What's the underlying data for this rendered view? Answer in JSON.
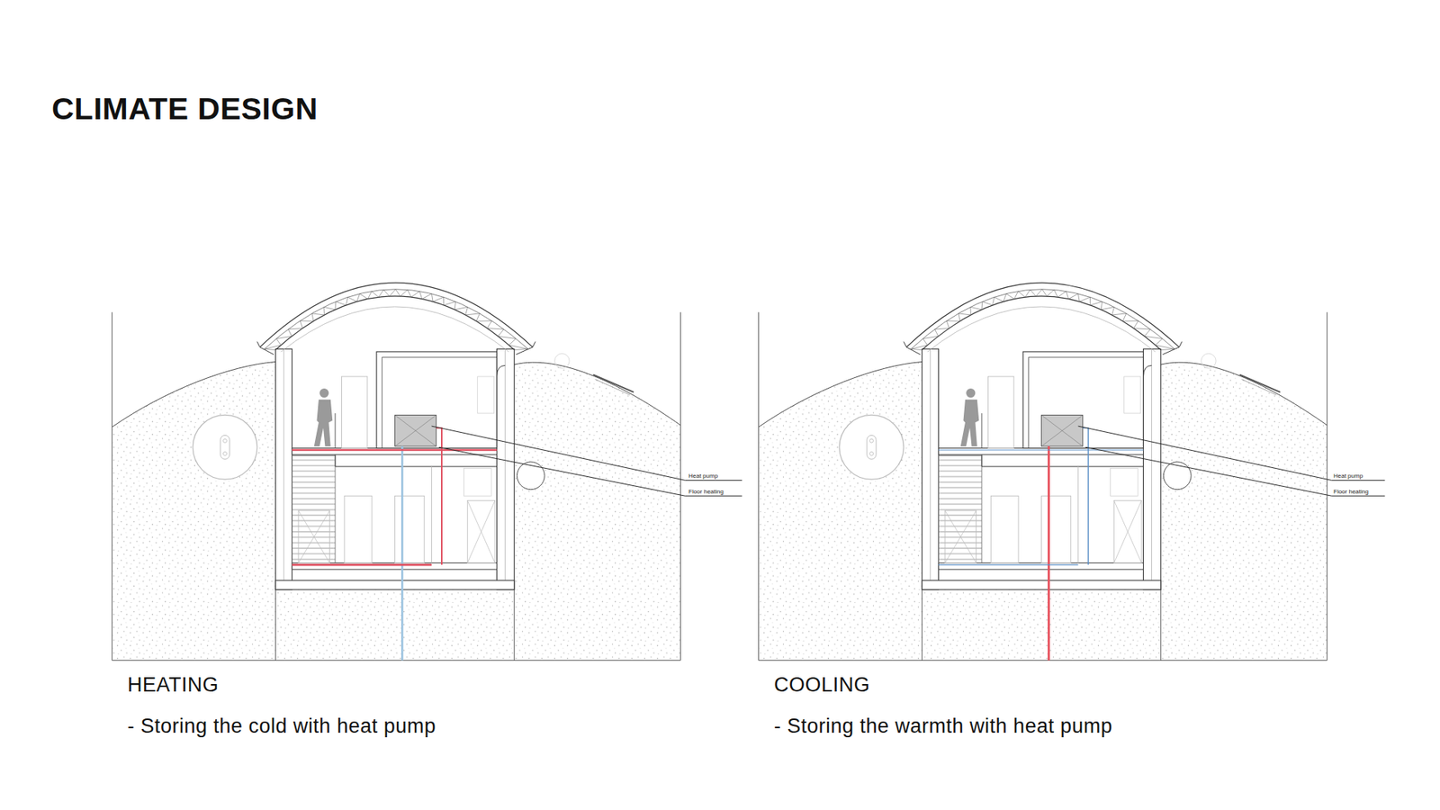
{
  "diagram": {
    "title": "CLIMATE DESIGN",
    "labels": [
      "Heat pump",
      "Floor heating",
      "Heat pump",
      "Floor heating",
      "HEATING",
      "- Storing the cold with heat pump",
      "COOLING",
      "- Storing the warmth with heat pump"
    ]
  }
}
